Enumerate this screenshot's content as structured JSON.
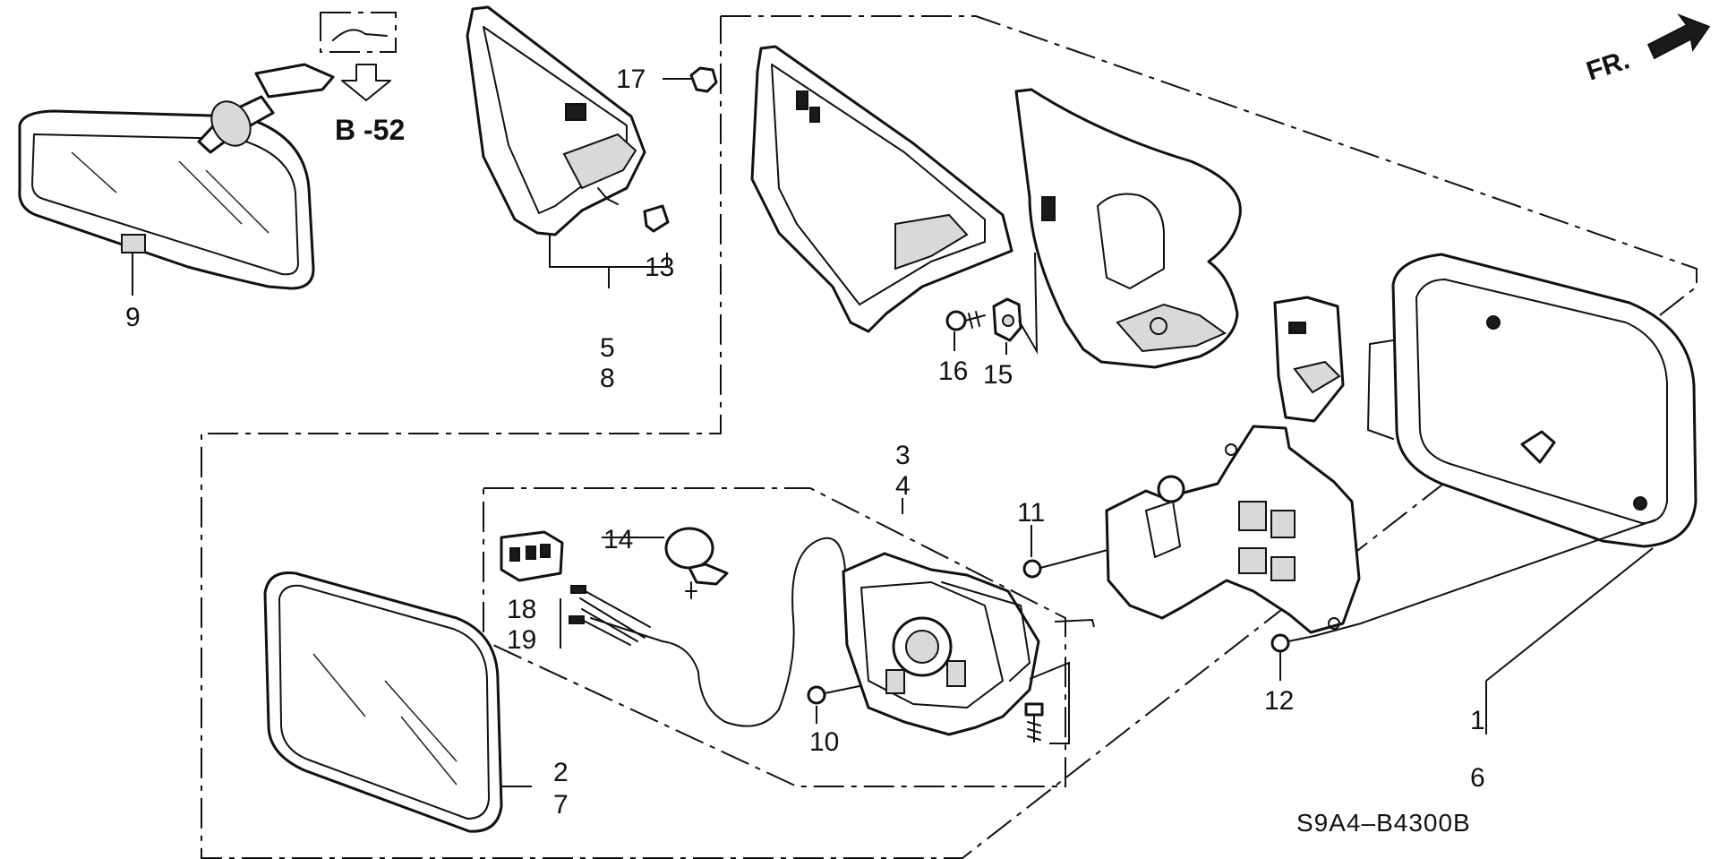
{
  "diagram": {
    "callouts": {
      "c1": "1",
      "c2": "2",
      "c3": "3",
      "c4": "4",
      "c5": "5",
      "c6": "6",
      "c7": "7",
      "c8": "8",
      "c9": "9",
      "c10": "10",
      "c11": "11",
      "c12": "12",
      "c13": "13",
      "c14": "14",
      "c15": "15",
      "c16": "16",
      "c17": "17",
      "c18": "18",
      "c19": "19"
    },
    "reference": "B -52",
    "direction": "FR.",
    "diagram_code": "S9A4–B4300B"
  }
}
